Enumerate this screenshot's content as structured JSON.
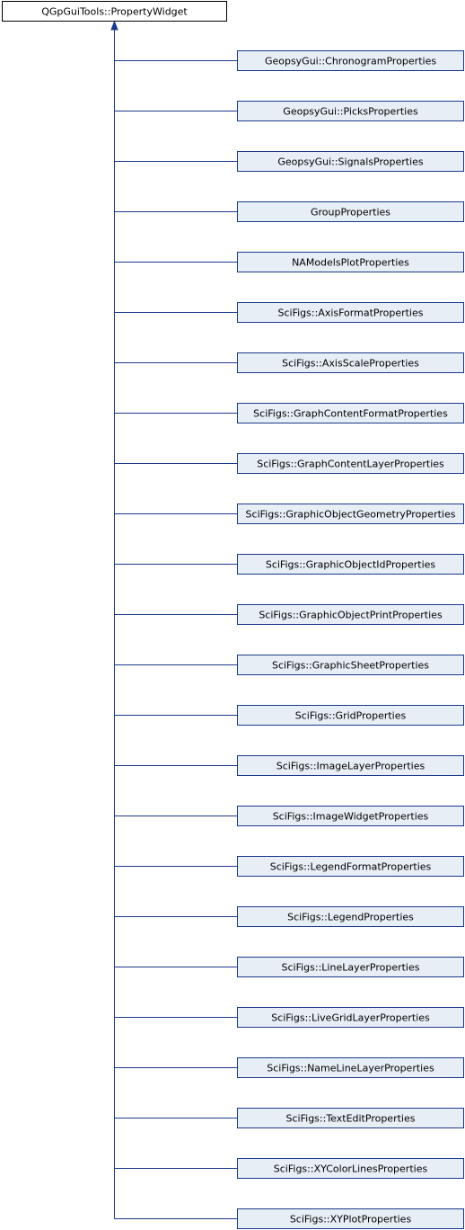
{
  "base_class": {
    "label": "QGpGuiTools::PropertyWidget"
  },
  "derived_classes": [
    {
      "label": "GeopsyGui::ChronogramProperties"
    },
    {
      "label": "GeopsyGui::PicksProperties"
    },
    {
      "label": "GeopsyGui::SignalsProperties"
    },
    {
      "label": "GroupProperties"
    },
    {
      "label": "NAModelsPlotProperties"
    },
    {
      "label": "SciFigs::AxisFormatProperties"
    },
    {
      "label": "SciFigs::AxisScaleProperties"
    },
    {
      "label": "SciFigs::GraphContentFormatProperties"
    },
    {
      "label": "SciFigs::GraphContentLayerProperties"
    },
    {
      "label": "SciFigs::GraphicObjectGeometryProperties"
    },
    {
      "label": "SciFigs::GraphicObjectIdProperties"
    },
    {
      "label": "SciFigs::GraphicObjectPrintProperties"
    },
    {
      "label": "SciFigs::GraphicSheetProperties"
    },
    {
      "label": "SciFigs::GridProperties"
    },
    {
      "label": "SciFigs::ImageLayerProperties"
    },
    {
      "label": "SciFigs::ImageWidgetProperties"
    },
    {
      "label": "SciFigs::LegendFormatProperties"
    },
    {
      "label": "SciFigs::LegendProperties"
    },
    {
      "label": "SciFigs::LineLayerProperties"
    },
    {
      "label": "SciFigs::LiveGridLayerProperties"
    },
    {
      "label": "SciFigs::NameLineLayerProperties"
    },
    {
      "label": "SciFigs::TextEditProperties"
    },
    {
      "label": "SciFigs::XYColorLinesProperties"
    },
    {
      "label": "SciFigs::XYPlotProperties"
    }
  ],
  "colors": {
    "base_fill": "#ffffff",
    "base_stroke": "#000000",
    "derived_fill": "#e8eef6",
    "derived_stroke": "#1a3a8a",
    "edge": "#1a3a8a"
  }
}
